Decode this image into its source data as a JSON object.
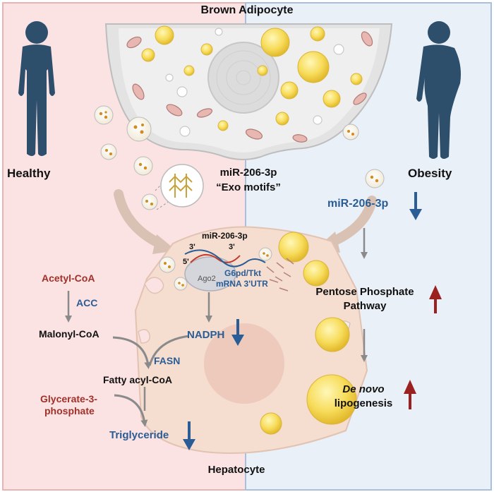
{
  "title": "Brown Adipocyte",
  "left_group": "Healthy",
  "right_group": "Obesity",
  "exo_label": {
    "line1": "miR-206-3p",
    "line2": "“Exo motifs”"
  },
  "obesity_mir": "miR-206-3p",
  "hepatocyte": "Hepatocyte",
  "binding": {
    "mirna": "miR-206-3p",
    "three_prime_a": "3'",
    "three_prime_b": "3'",
    "five_prime": "5'",
    "ago2": "Ago2",
    "target_line1": "G6pd/Tkt",
    "target_line2": "mRNA 3'UTR"
  },
  "pathway": {
    "acetyl_coa": "Acetyl-CoA",
    "acc": "ACC",
    "malonyl_coa": "Malonyl-CoA",
    "nadph": "NADPH",
    "fasn": "FASN",
    "fatty_acyl_coa": "Fatty acyl-CoA",
    "glycerate_line1": "Glycerate-3-",
    "glycerate_line2": "phosphate",
    "triglyceride": "Triglyceride"
  },
  "right_pathway": {
    "ppp_line1": "Pentose Phosphate",
    "ppp_line2": "Pathway",
    "dnl_line1": "De novo",
    "dnl_line2": "lipogenesis"
  },
  "colors": {
    "left_panel": "#fbe3e3",
    "right_panel": "#e9f0f8",
    "red_text": "#a0302a",
    "blue_text": "#2a5c95",
    "up_arrow": "#9b2020",
    "down_arrow": "#2a5c95",
    "grey_arrow": "#8a8a8a"
  }
}
